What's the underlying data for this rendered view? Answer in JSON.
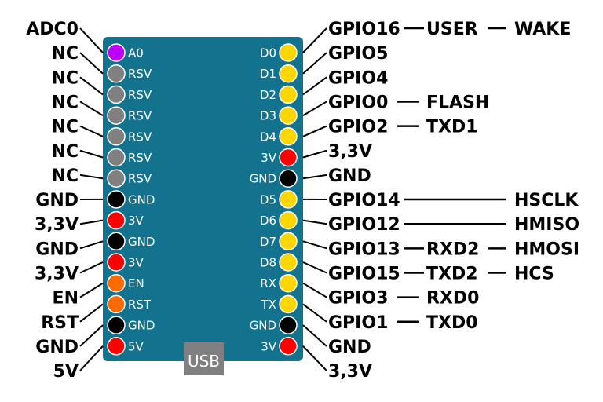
{
  "colors": {
    "board": "#13728e",
    "usb": "#808080",
    "analog": "#bb00ff",
    "reserved": "#808080",
    "ground": "#000000",
    "power": "#ff0000",
    "control": "#ff6a00",
    "digital": "#ffd700"
  },
  "usb_label": "USB",
  "left_pins": [
    {
      "pin": "A0",
      "color": "analog",
      "label": "ADC0"
    },
    {
      "pin": "RSV",
      "color": "reserved",
      "label": "NC"
    },
    {
      "pin": "RSV",
      "color": "reserved",
      "label": "NC"
    },
    {
      "pin": "RSV",
      "color": "reserved",
      "label": "NC"
    },
    {
      "pin": "RSV",
      "color": "reserved",
      "label": "NC"
    },
    {
      "pin": "RSV",
      "color": "reserved",
      "label": "NC"
    },
    {
      "pin": "RSV",
      "color": "reserved",
      "label": "NC"
    },
    {
      "pin": "GND",
      "color": "ground",
      "label": "GND"
    },
    {
      "pin": "3V",
      "color": "power",
      "label": "3,3V"
    },
    {
      "pin": "GND",
      "color": "ground",
      "label": "GND"
    },
    {
      "pin": "3V",
      "color": "power",
      "label": "3,3V"
    },
    {
      "pin": "EN",
      "color": "control",
      "label": "EN"
    },
    {
      "pin": "RST",
      "color": "control",
      "label": "RST"
    },
    {
      "pin": "GND",
      "color": "ground",
      "label": "GND"
    },
    {
      "pin": "5V",
      "color": "power",
      "label": "5V"
    }
  ],
  "right_pins": [
    {
      "pin": "D0",
      "color": "digital",
      "label": "GPIO16",
      "alt1": "USER",
      "alt2": "WAKE"
    },
    {
      "pin": "D1",
      "color": "digital",
      "label": "GPIO5"
    },
    {
      "pin": "D2",
      "color": "digital",
      "label": "GPIO4"
    },
    {
      "pin": "D3",
      "color": "digital",
      "label": "GPIO0",
      "alt1": "FLASH"
    },
    {
      "pin": "D4",
      "color": "digital",
      "label": "GPIO2",
      "alt1": "TXD1"
    },
    {
      "pin": "3V",
      "color": "power",
      "label": "3,3V"
    },
    {
      "pin": "GND",
      "color": "ground",
      "label": "GND"
    },
    {
      "pin": "D5",
      "color": "digital",
      "label": "GPIO14",
      "alt2": "HSCLK"
    },
    {
      "pin": "D6",
      "color": "digital",
      "label": "GPIO12",
      "alt2": "HMISO"
    },
    {
      "pin": "D7",
      "color": "digital",
      "label": "GPIO13",
      "alt1": "RXD2",
      "alt2": "HMOSI"
    },
    {
      "pin": "D8",
      "color": "digital",
      "label": "GPIO15",
      "alt1": "TXD2",
      "alt2": "HCS"
    },
    {
      "pin": "RX",
      "color": "digital",
      "label": "GPIO3",
      "alt1": "RXD0"
    },
    {
      "pin": "TX",
      "color": "digital",
      "label": "GPIO1",
      "alt1": "TXD0"
    },
    {
      "pin": "GND",
      "color": "ground",
      "label": "GND"
    },
    {
      "pin": "3V",
      "color": "power",
      "label": "3,3V"
    }
  ]
}
